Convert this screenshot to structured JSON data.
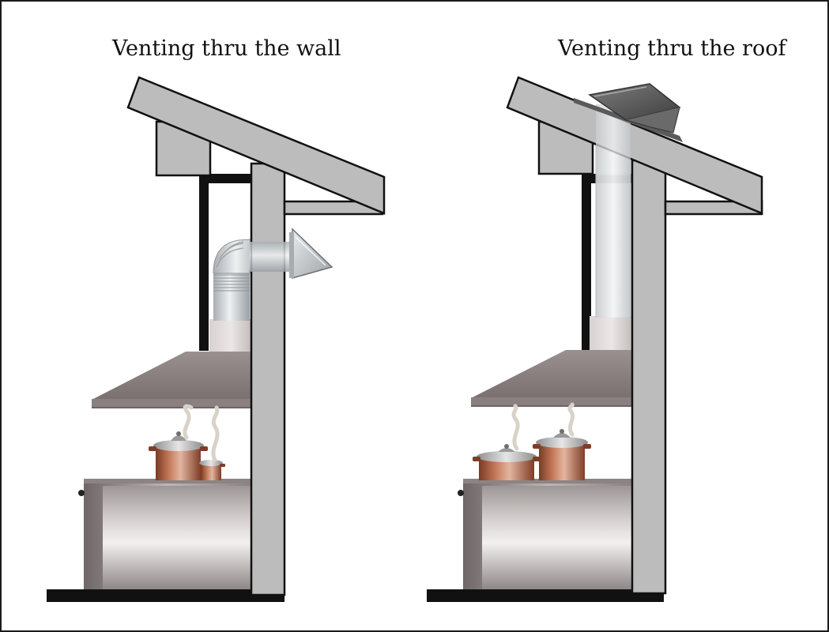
{
  "titles": {
    "wall": "Venting thru the wall",
    "roof": "Venting thru the roof"
  },
  "colors": {
    "structure_gray": "#bcbcbc",
    "outline": "#111111",
    "hood_taupe": "#8a8080",
    "duct_silver": "#cfd3d6",
    "copper": "#a3563a",
    "base_black": "#111111"
  },
  "icons": [
    "roof-beam",
    "wall-post",
    "range-hood",
    "duct-elbow",
    "wall-cap",
    "roof-cap",
    "stock-pot",
    "steam",
    "cabinet"
  ]
}
